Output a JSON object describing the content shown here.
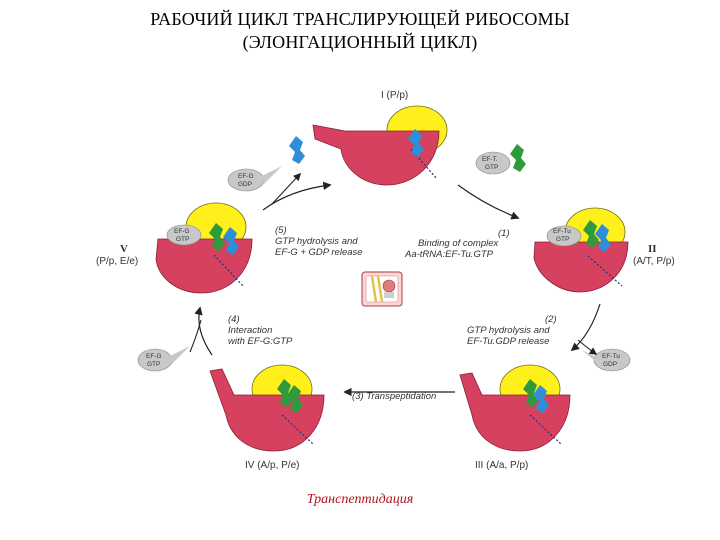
{
  "title": {
    "line1": "РАБОЧИЙ ЦИКЛ ТРАНСЛИРУЮЩЕЙ РИБОСОМЫ",
    "line2": "(ЭЛОНГАЦИОННЫЙ ЦИКЛ)"
  },
  "states": {
    "I": "I (P/p)",
    "II_roman": "II",
    "II_sites": "(A/T, P/p)",
    "III": "III (A/a, P/p)",
    "IV": "IV (A/p, P/e)",
    "V_roman": "V",
    "V_sites": "(P/p, E/e)"
  },
  "steps": {
    "s1": [
      "(1)",
      "Binding of complex",
      "Aa-tRNA:EF-Tu.GTP"
    ],
    "s2": [
      "(2)",
      "GTP hydrolysis and",
      "EF-Tu.GDP release"
    ],
    "s3": "(3) Transpeptidation",
    "s4": [
      "(4)",
      "Interaction",
      "with EF-G:GTP"
    ],
    "s5": [
      "(5)",
      "GTP hydrolysis and",
      "EF-G + GDP release"
    ]
  },
  "factors": {
    "eftu_gtp": [
      "EF-T.",
      "GTP"
    ],
    "eftu_bound": [
      "EF-Tu",
      "GTP"
    ],
    "eftu_gdp": [
      "EF-Tu",
      "GDP"
    ],
    "efg_gtp_free": [
      "EF-G",
      "GTP"
    ],
    "efg_gtp_bound": [
      "EF-G",
      "GTP"
    ],
    "efg_gdp": [
      "EF-G",
      "GDP"
    ]
  },
  "caption": "Транспептидация",
  "colors": {
    "large_subunit": "#d6415f",
    "small_subunit": "#ffef1a",
    "trna_p": "#2e8fd8",
    "trna_a": "#2f9a3c",
    "factor": "#c8c8c8",
    "mrna": "#2a2a8a",
    "arrow": "#222222",
    "caption": "#b8121b"
  }
}
